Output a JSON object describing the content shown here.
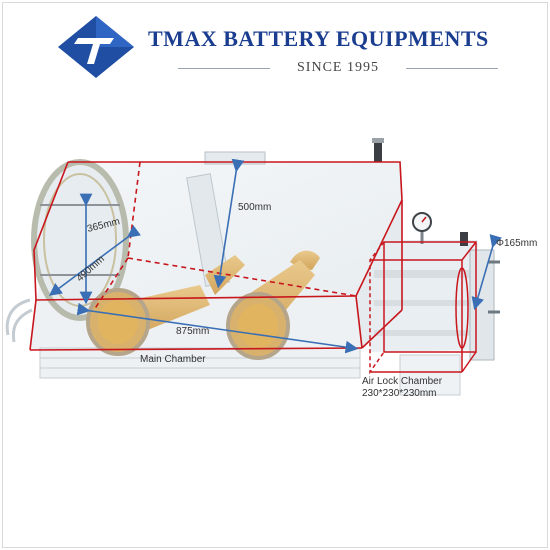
{
  "brand": {
    "name": "TMAX BATTERY EQUIPMENTS",
    "since": "SINCE  1995",
    "logo_icon": "tmax-diamond-logo-icon",
    "primary_color": "#1a3d8f"
  },
  "diagram": {
    "labels": {
      "height": "500mm",
      "window_height": "365mm",
      "window_width": "490mm",
      "main_width": "875mm",
      "main_chamber": "Main Chamber",
      "airlock_chamber": "Air Lock Chamber",
      "airlock_size": "230*230*230mm",
      "airlock_diameter": "Φ165mm"
    },
    "outline_color": "#c8161d",
    "arrow_color": "#3a6fb5"
  }
}
